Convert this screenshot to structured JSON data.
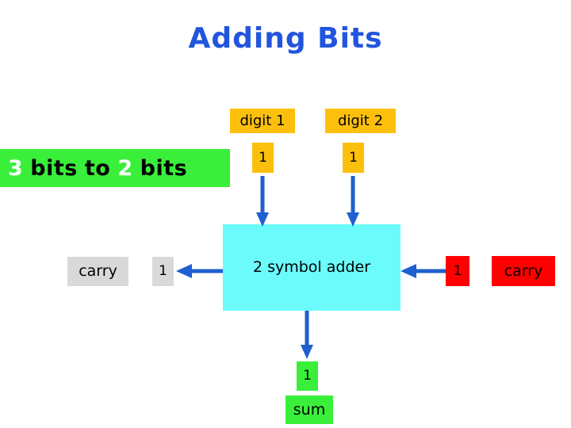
{
  "slide": {
    "title": "Adding Bits",
    "title_color": "#2255dd",
    "background": "#ffffff"
  },
  "banner": {
    "name": "bits-conversion-banner",
    "background": "#3aef3a",
    "parts": [
      {
        "text": "3",
        "color": "#ffffff"
      },
      {
        "text": "bits",
        "color": "#000000"
      },
      {
        "text": "to",
        "color": "#000000"
      },
      {
        "text": "2",
        "color": "#ffffff"
      },
      {
        "text": "bits",
        "color": "#000000"
      }
    ],
    "full_text": "3 bits to 2 bits"
  },
  "inputs": {
    "digit1": {
      "label": "digit 1",
      "value": "1",
      "box_color": "#fcc00c"
    },
    "digit2": {
      "label": "digit 2",
      "value": "1",
      "box_color": "#fcc00c"
    }
  },
  "adder": {
    "label": "2 symbol adder",
    "box_color": "#6bfbfb"
  },
  "outputs": {
    "carry_left": {
      "label": "carry",
      "value": "1",
      "box_color": "#d9d9d9"
    },
    "carry_right": {
      "label": "carry",
      "value": "1",
      "box_color": "#ff0000"
    },
    "sum": {
      "label": "sum",
      "value": "1",
      "box_color": "#3aef3a"
    }
  },
  "arrows": {
    "color": "#1f5fd0",
    "items": [
      {
        "name": "arrow-digit1-to-adder",
        "direction": "down"
      },
      {
        "name": "arrow-digit2-to-adder",
        "direction": "down"
      },
      {
        "name": "arrow-adder-to-carry-left",
        "direction": "left"
      },
      {
        "name": "arrow-carry-right-to-adder",
        "direction": "left"
      },
      {
        "name": "arrow-adder-to-sum",
        "direction": "down"
      }
    ]
  }
}
